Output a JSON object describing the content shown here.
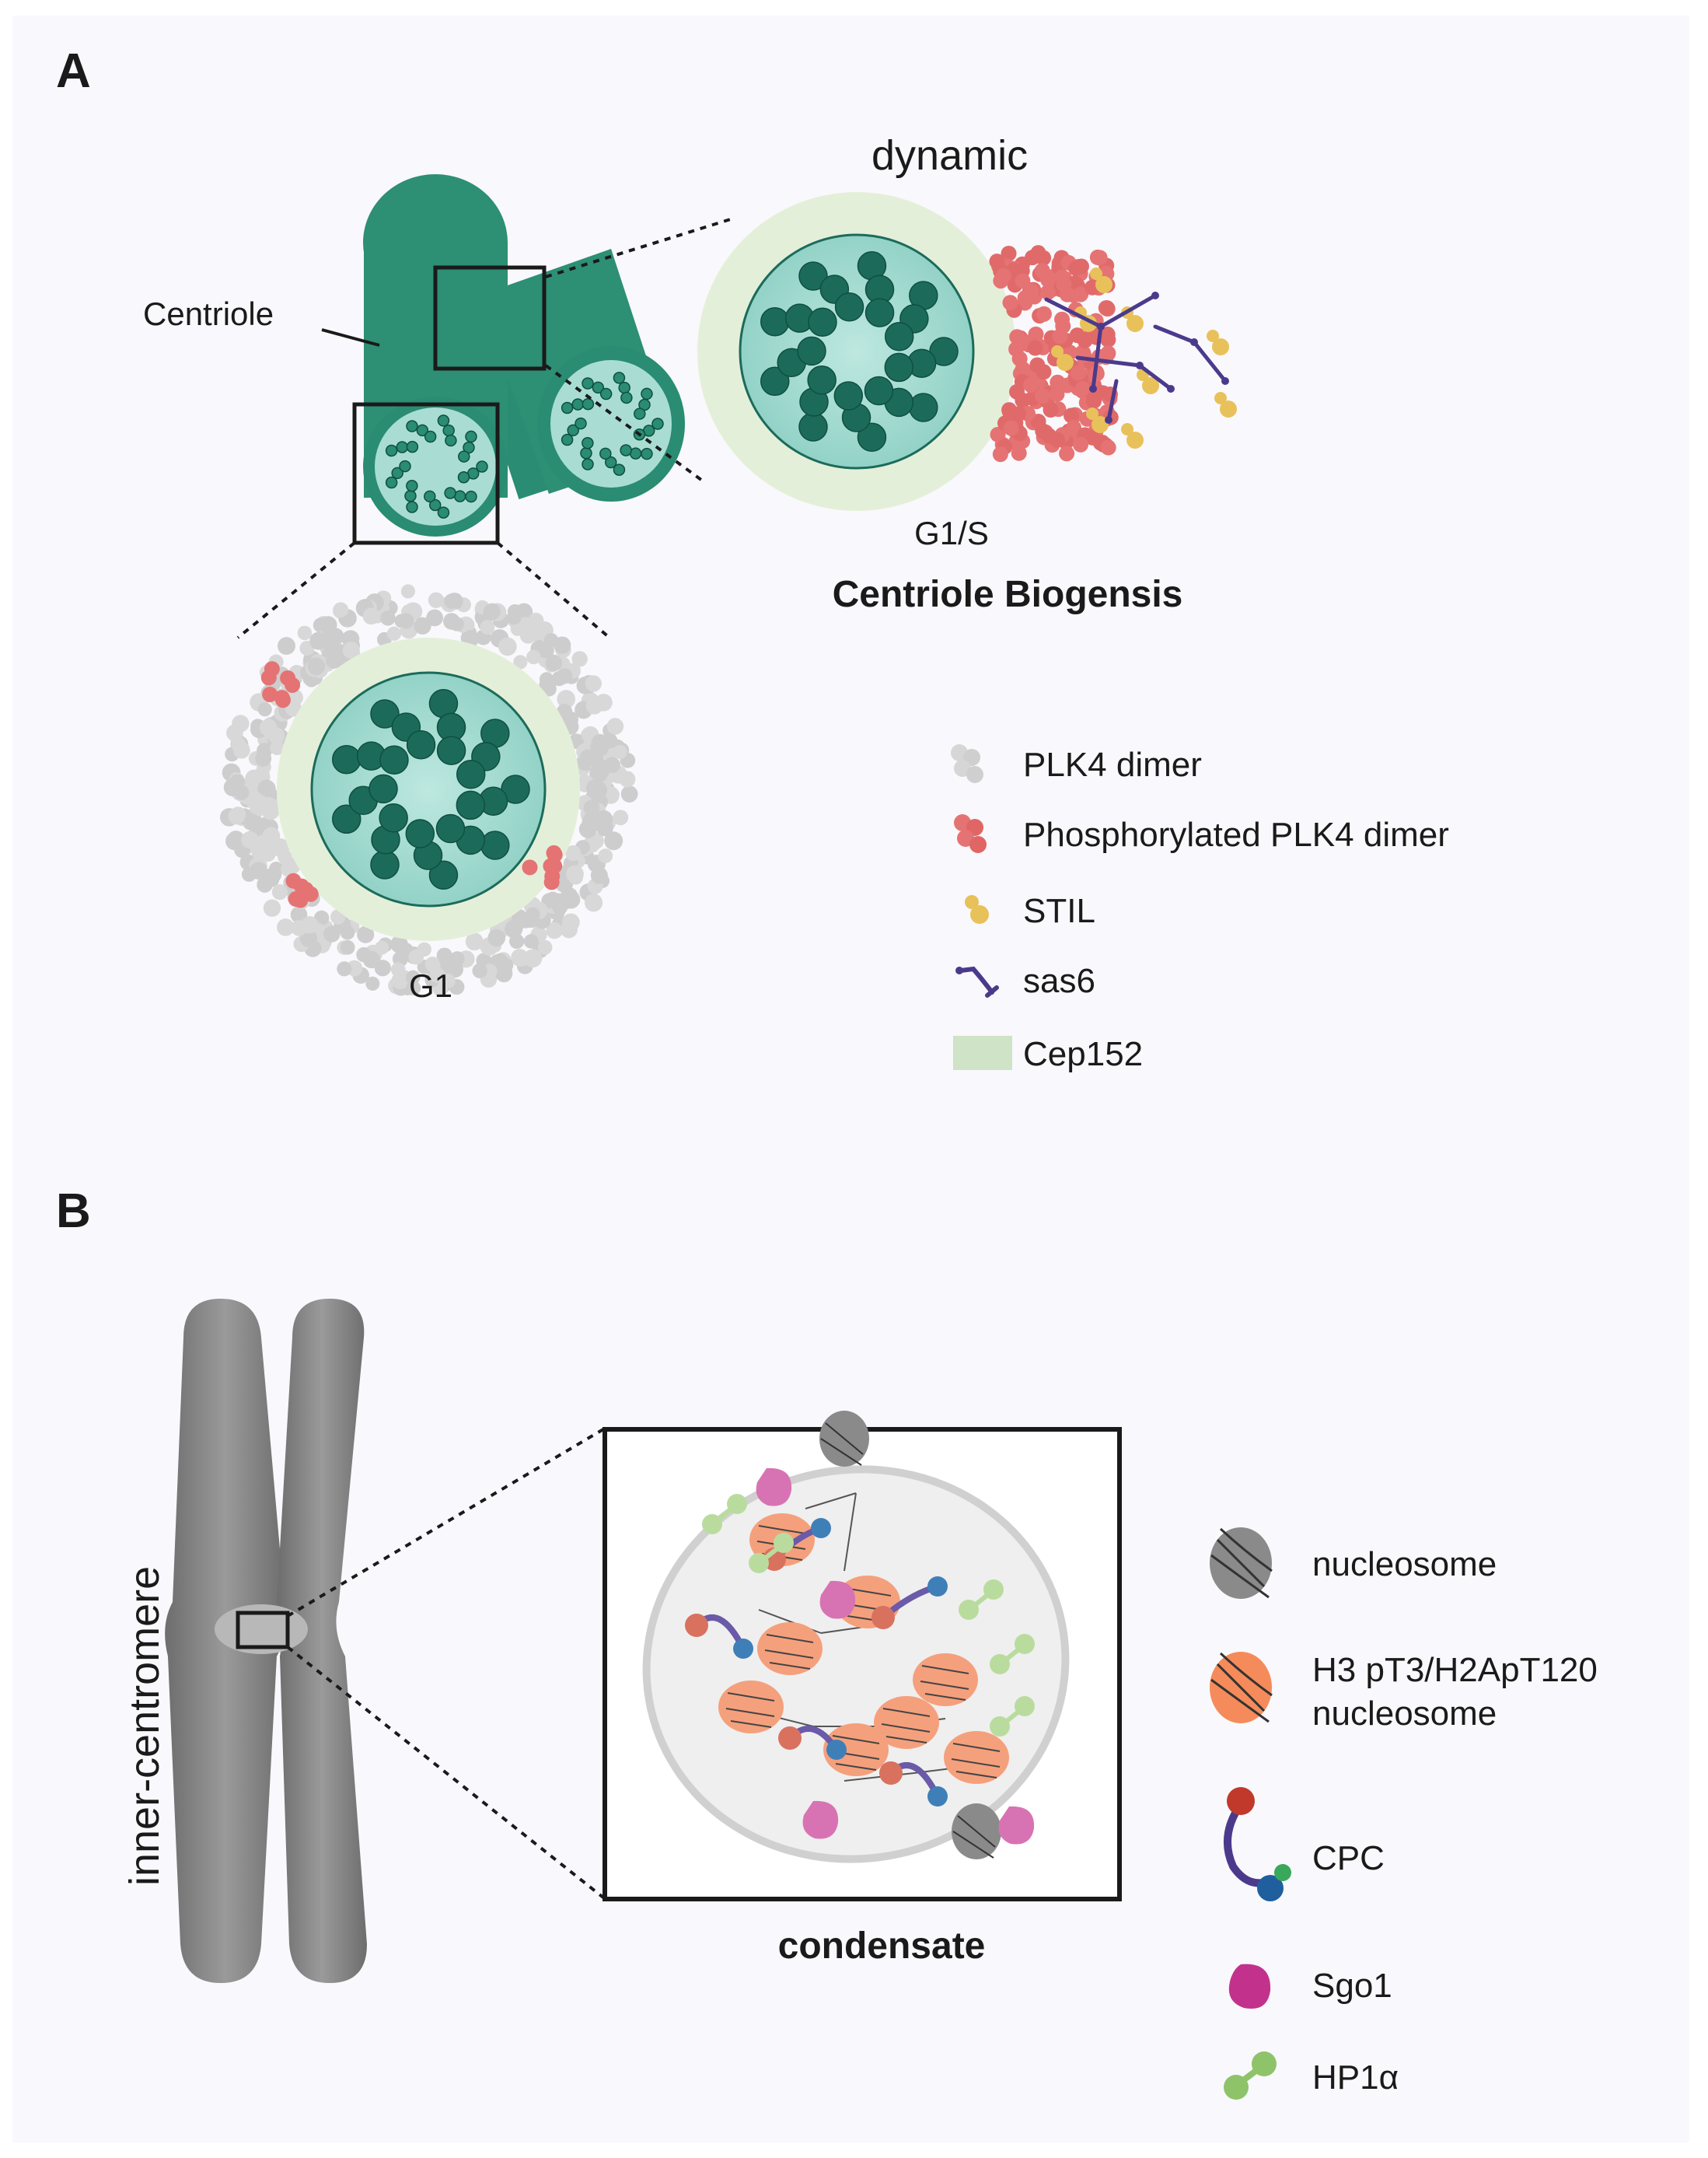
{
  "panel_a": {
    "letter": "A",
    "dynamic_label": "dynamic",
    "centriole_label": "Centriole",
    "g1s_label": "G1/S",
    "biogenesis_label": "Centriole Biogensis",
    "g1_label": "G1",
    "legend": [
      {
        "icon": "plk4-dimer-icon",
        "label": "PLK4 dimer",
        "color": "#d4d4d4"
      },
      {
        "icon": "phosphorylated-plk4-dimer-icon",
        "label": "Phosphorylated PLK4 dimer",
        "color": "#e57373"
      },
      {
        "icon": "stil-icon",
        "label": "STIL",
        "color": "#e8c15a"
      },
      {
        "icon": "sas6-icon",
        "label": "sas6",
        "color": "#4b3a8c"
      },
      {
        "icon": "cep152-swatch",
        "label": "Cep152",
        "color": "#cfe3c7"
      }
    ]
  },
  "panel_b": {
    "letter": "B",
    "chromosome_label": "inner-centromere",
    "condensate_label": "condensate",
    "legend": [
      {
        "icon": "nucleosome-icon",
        "label": "nucleosome",
        "color": "#8a8a8a"
      },
      {
        "icon": "phospho-nucleosome-icon",
        "label_line1": "H3 pT3/H2ApT120",
        "label_line2": "nucleosome",
        "color": "#f58b5a"
      },
      {
        "icon": "cpc-icon",
        "label": "CPC",
        "color": "#4b3a8c"
      },
      {
        "icon": "sgo1-icon",
        "label": "Sgo1",
        "color": "#c2328c"
      },
      {
        "icon": "hp1a-icon",
        "label": "HP1α",
        "color": "#8ec36a"
      }
    ]
  },
  "colors": {
    "centriole_dark": "#2a8c72",
    "lumen": "#9ed8cf",
    "microtubule": "#1c6b5a",
    "cep152": "#e4efd9",
    "chromosome": "#7c7c7c"
  }
}
